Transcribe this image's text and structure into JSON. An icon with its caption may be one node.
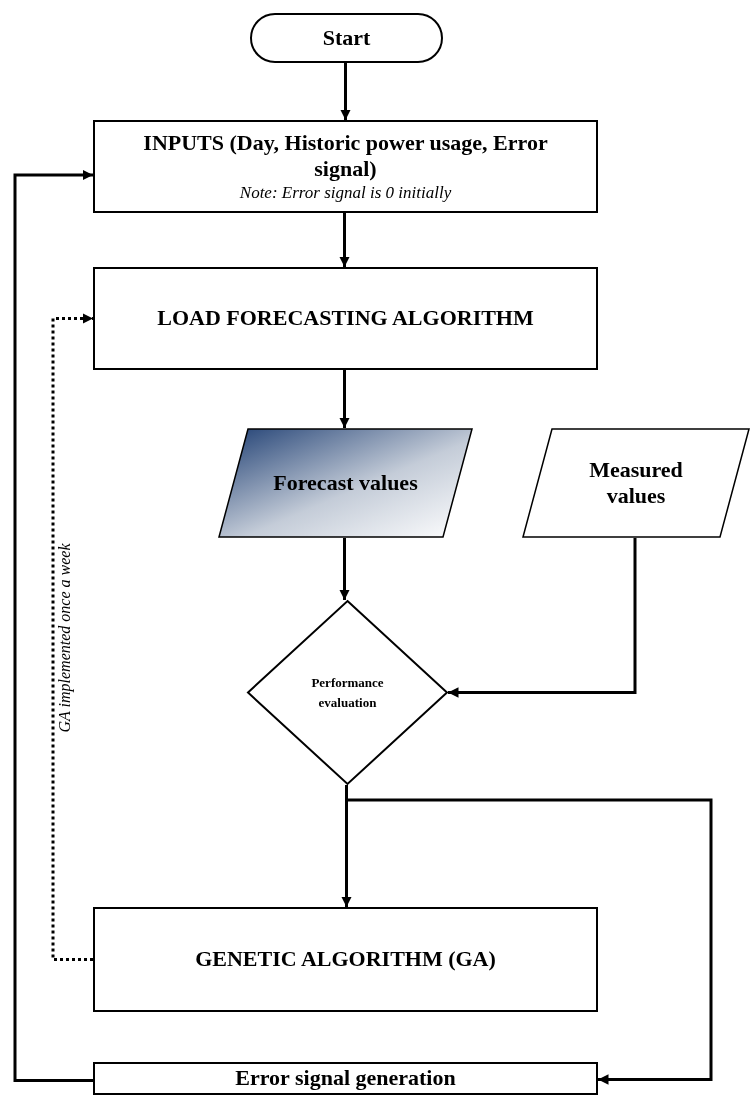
{
  "diagram": {
    "nodes": [
      {
        "text": [
          "Start"
        ]
      },
      {
        "text": [
          "INPUTS (Day, Historic power usage, Error signal)",
          "Note: Error signal is 0 initially"
        ]
      },
      {
        "text": [
          "LOAD FORECASTING ALGORITHM"
        ]
      },
      {
        "text": [
          "Forecast values"
        ]
      },
      {
        "text": [
          "Measured values"
        ]
      },
      {
        "text": [
          "Performance evaluation"
        ]
      },
      {
        "text": [
          "GENETIC ALGORITHM (GA)"
        ]
      },
      {
        "text": [
          "Error signal generation"
        ]
      }
    ],
    "edges": [
      {
        "from": 0,
        "to": 1,
        "arrow": "to"
      },
      {
        "from": 1,
        "to": 2,
        "arrow": "to"
      },
      {
        "from": 2,
        "to": 3,
        "arrow": "to"
      },
      {
        "from": 3,
        "to": 5,
        "arrow": "to"
      },
      {
        "from": 4,
        "to": 5,
        "arrow": "to"
      },
      {
        "from": 5,
        "to": 6,
        "arrow": "to"
      },
      {
        "from": 5,
        "to": 7,
        "arrow": "to"
      },
      {
        "from": 6,
        "to": 2,
        "arrow": "to",
        "style": "dashed",
        "label": "GA implemented once a week"
      },
      {
        "from": 7,
        "to": 1,
        "arrow": "to"
      }
    ]
  }
}
